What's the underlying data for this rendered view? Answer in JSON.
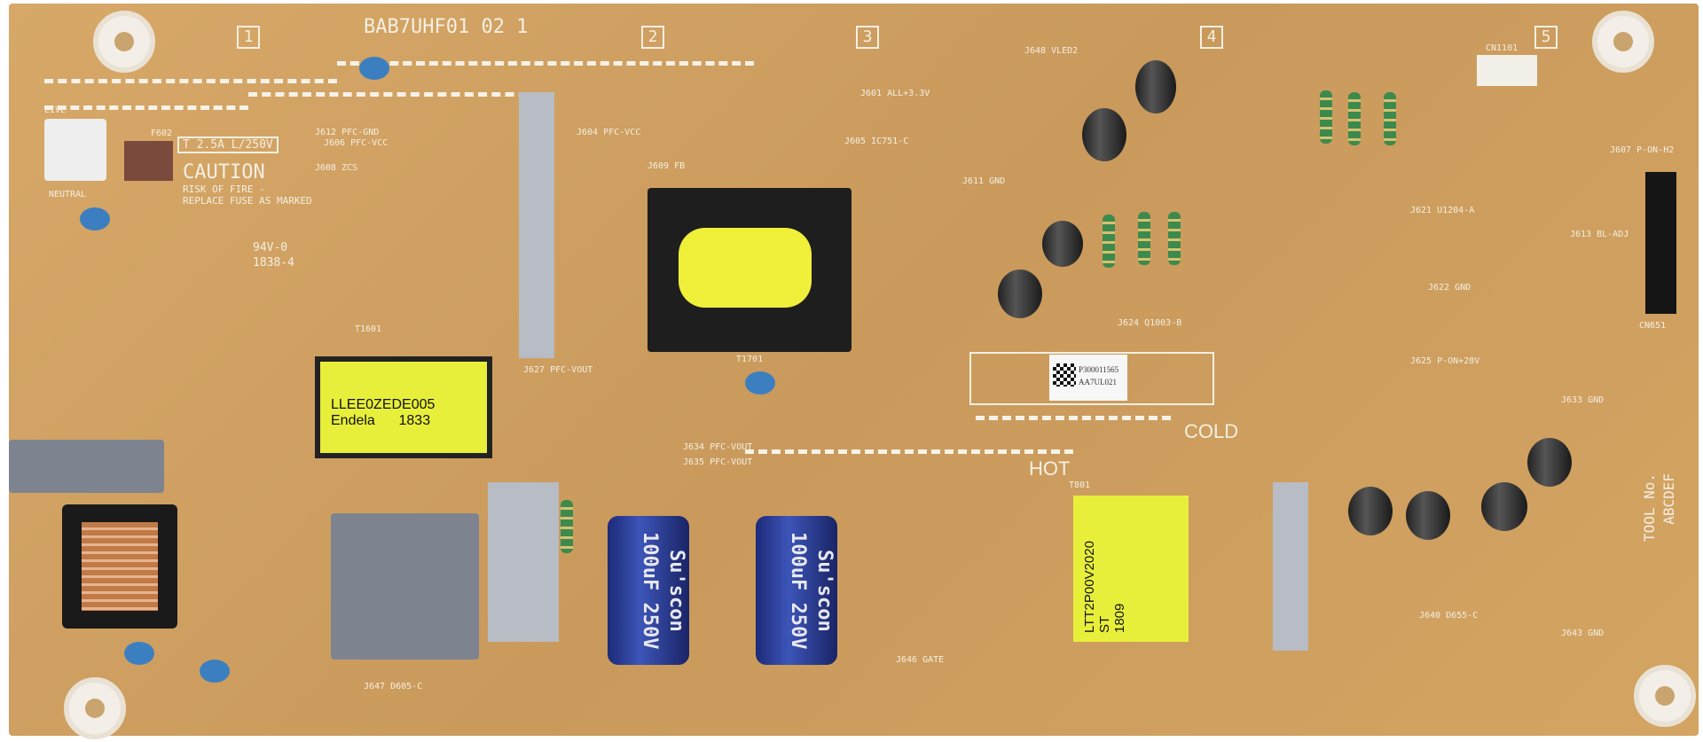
{
  "board_id": "BAB7UHF01 02 1",
  "zones": [
    "1",
    "2",
    "3",
    "4",
    "5"
  ],
  "fuse": {
    "rating": "T 2.5A L/250V",
    "ref": "F602"
  },
  "caution": {
    "title": "CAUTION",
    "line1": "RISK OF FIRE -",
    "line2": "REPLACE FUSE AS MARKED"
  },
  "transformer1": {
    "line1": "LLEE0ZEDE005",
    "line2": "Endela",
    "line3": "1833",
    "ref": "T1601"
  },
  "transformer2": {
    "line1": "LTT2P00V2020",
    "line2": "ST",
    "line3": "1809",
    "ref": "T801"
  },
  "transformer3": {
    "ref": "T1701"
  },
  "capacitors": [
    {
      "label": "Su'scon 100uF 250V"
    },
    {
      "label": "Su'scon 100uF 250V"
    }
  ],
  "sticker": {
    "code1": "P300011565",
    "code2": "AA7UL021"
  },
  "regions": {
    "hot": "HOT",
    "cold": "COLD",
    "live": "LIVE",
    "neutral": "NEUTRAL"
  },
  "tool": {
    "title": "TOOL No.",
    "letters": "ABCDEF"
  },
  "ul_mark": {
    "line1": "94V-0",
    "line2": "1838-4"
  },
  "jumpers": [
    {
      "ref": "J612 PFC-GND"
    },
    {
      "ref": "J606 PFC-VCC"
    },
    {
      "ref": "J608 ZCS"
    },
    {
      "ref": "J604 PFC-VCC"
    },
    {
      "ref": "J609 FB"
    },
    {
      "ref": "J601 ALL+3.3V"
    },
    {
      "ref": "J605 IC751-C"
    },
    {
      "ref": "J611 GND"
    },
    {
      "ref": "J648 VLED2"
    },
    {
      "ref": "J621 U1204-A"
    },
    {
      "ref": "J613 BL-ADJ"
    },
    {
      "ref": "J622 GND"
    },
    {
      "ref": "J624 Q1003-B"
    },
    {
      "ref": "J625 P-ON+28V"
    },
    {
      "ref": "J633 GND"
    },
    {
      "ref": "J627 PFC-VOUT"
    },
    {
      "ref": "J634 PFC-VOUT"
    },
    {
      "ref": "J635 PFC-VOUT"
    },
    {
      "ref": "J646 GATE"
    },
    {
      "ref": "J640 D655-C"
    },
    {
      "ref": "J647 D605-C"
    },
    {
      "ref": "J643 GND"
    }
  ],
  "connectors": [
    {
      "ref": "CN1101"
    },
    {
      "ref": "CN651"
    },
    {
      "ref": "J607 P-ON-H2"
    }
  ]
}
